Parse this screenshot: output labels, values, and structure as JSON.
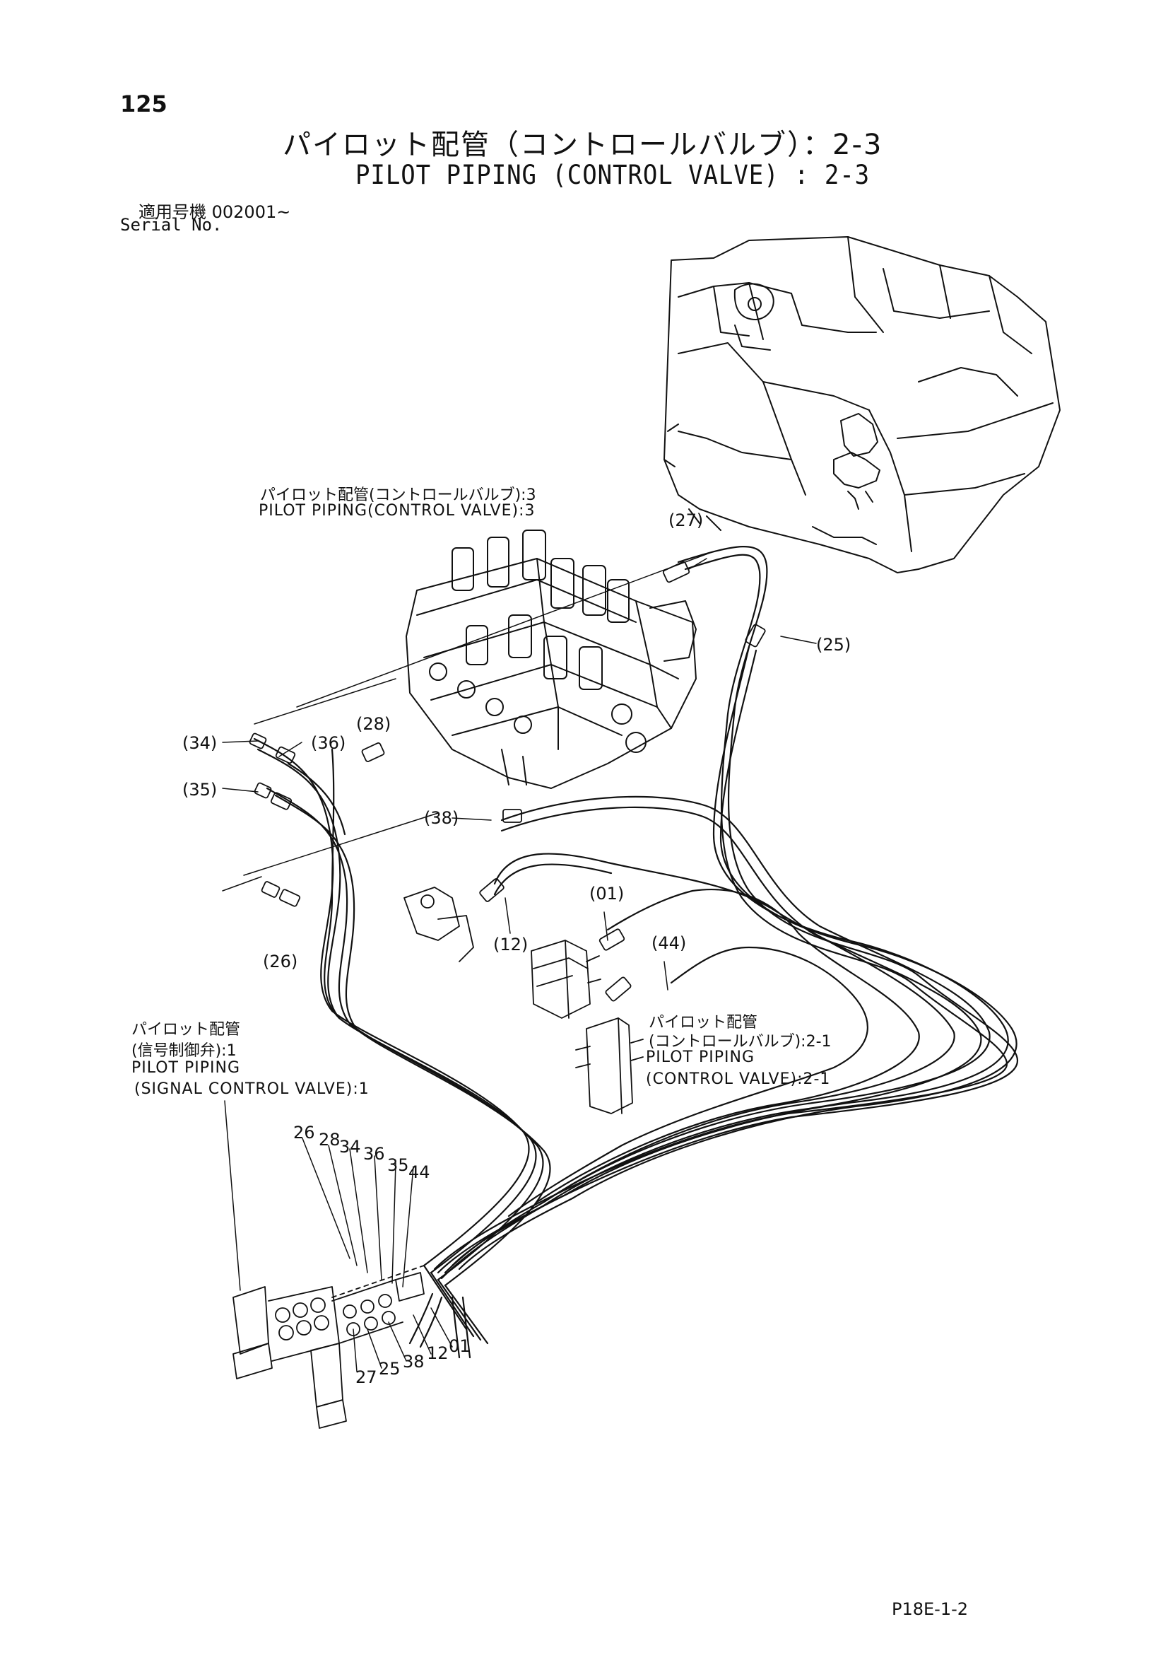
{
  "page_number": "125",
  "title_ja": "パイロット配管（コントロールバルブ）：2-3",
  "title_en": "PILOT PIPING (CONTROL VALVE) : 2-3",
  "serial_ja": "適用号機  002001~",
  "serial_en": "Serial No.",
  "refs": {
    "ref3_ja": "パイロット配管(コントロールバルブ):3",
    "ref3_en": "PILOT PIPING(CONTROL VALVE):3",
    "ref21_ja1": "パイロット配管",
    "ref21_ja2": "(コントロールバルブ):2-1",
    "ref21_en1": "PILOT PIPING",
    "ref21_en2": "(CONTROL VALVE):2-1",
    "ref1_ja1": "パイロット配管",
    "ref1_ja2": "(信号制御弁):1",
    "ref1_en1": "PILOT PIPING",
    "ref1_en2": "(SIGNAL CONTROL VALVE):1"
  },
  "callouts": {
    "c27": "(27)",
    "c25": "(25)",
    "c34": "(34)",
    "c36": "(36)",
    "c28": "(28)",
    "c35": "(35)",
    "c38": "(38)",
    "c01": "(01)",
    "c12": "(12)",
    "c44": "(44)",
    "c26": "(26)"
  },
  "hose_numbers_top": [
    "26",
    "28",
    "34",
    "36",
    "35",
    "44"
  ],
  "hose_numbers_bottom": [
    "27",
    "25",
    "38",
    "12",
    "01"
  ],
  "drawing_code": "P18E-1-2"
}
